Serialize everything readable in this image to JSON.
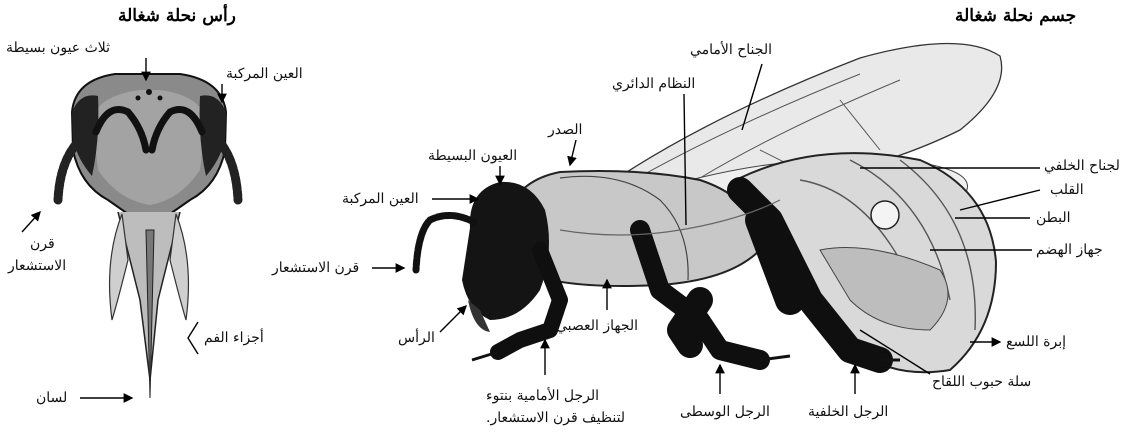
{
  "head_panel": {
    "title": "رأس نحلة شغالة",
    "labels": {
      "ocelli": "ثلاث عيون بسيطة",
      "compound_eye": "العين المركبة",
      "antenna_line1": "قرن",
      "antenna_line2": "الاستشعار",
      "mouthparts": "أجزاء الفم",
      "tongue": "لسان"
    }
  },
  "body_panel": {
    "title": "جسم نحلة شغالة",
    "labels": {
      "forewing": "الجناح الأمامي",
      "circulatory": "النظام الدائري",
      "thorax": "الصدر",
      "simple_eyes": "العيون البسيطة",
      "compound_eye": "العين المركبة",
      "antenna": "قرن الاستشعار",
      "head": "الرأس",
      "nervous": "الجهاز العصبي",
      "foreleg_line1": "الرجل الأمامية بنتوء",
      "foreleg_line2": "لتنظيف قرن الاستشعار.",
      "midleg": "الرجل الوسطى",
      "hindleg": "الرجل الخلفية",
      "pollen_basket": "سلة حبوب اللقاح",
      "sting": "إبرة اللسع",
      "digestive": "جهاز الهضم",
      "abdomen": "البطن",
      "heart": "القلب",
      "hindwing": "الجناح الخلفي"
    }
  }
}
